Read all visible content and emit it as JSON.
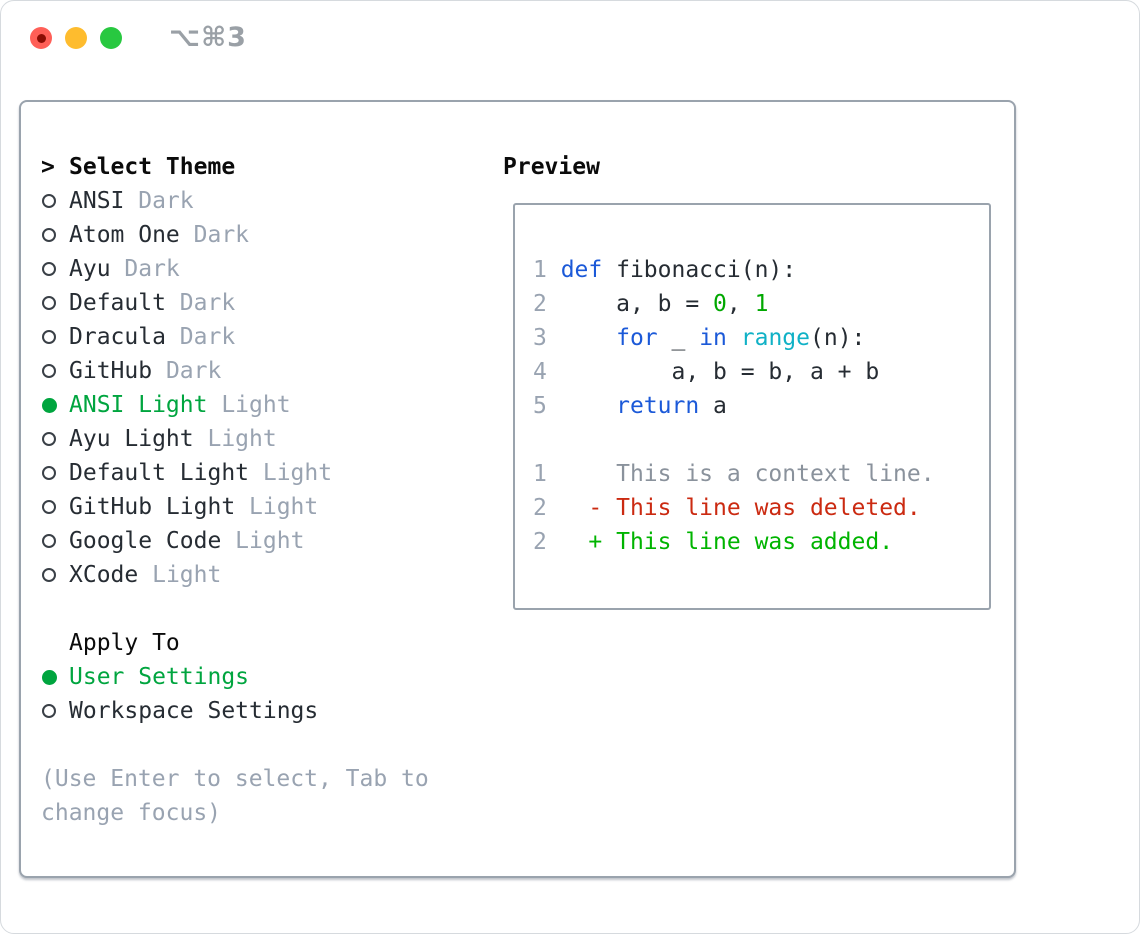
{
  "window": {
    "title": "⌥⌘3"
  },
  "colors": {
    "light_red": "#ff5f57",
    "light_red_dot": "#8c0d04",
    "light_yellow": "#febc2e",
    "light_green": "#28c840",
    "title_gray": "#9aa0a6",
    "box_border": "#9aa3ad",
    "text_dark": "#262c33",
    "header_black": "#0b0b0b",
    "muted_gray": "#99a3b1",
    "context_gray": "#8a929c",
    "selected_green": "#00a53f",
    "diff_added": "#00b400",
    "diff_deleted": "#cb2a11",
    "keyword_blue": "#1b59d8",
    "builtin_cyan": "#10b1c6",
    "number_green": "#00a800"
  },
  "theme_panel": {
    "header_prefix": ">",
    "header": "Select Theme",
    "items": [
      {
        "name": "ANSI",
        "variant": "Dark",
        "selected": false
      },
      {
        "name": "Atom One",
        "variant": "Dark",
        "selected": false
      },
      {
        "name": "Ayu",
        "variant": "Dark",
        "selected": false
      },
      {
        "name": "Default",
        "variant": "Dark",
        "selected": false
      },
      {
        "name": "Dracula",
        "variant": "Dark",
        "selected": false
      },
      {
        "name": "GitHub",
        "variant": "Dark",
        "selected": false
      },
      {
        "name": "ANSI Light",
        "variant": "Light",
        "selected": true
      },
      {
        "name": "Ayu Light",
        "variant": "Light",
        "selected": false
      },
      {
        "name": "Default Light",
        "variant": "Light",
        "selected": false
      },
      {
        "name": "GitHub Light",
        "variant": "Light",
        "selected": false
      },
      {
        "name": "Google Code",
        "variant": "Light",
        "selected": false
      },
      {
        "name": "XCode",
        "variant": "Light",
        "selected": false
      }
    ]
  },
  "apply_panel": {
    "header": "Apply To",
    "options": [
      {
        "label": "User Settings",
        "selected": true
      },
      {
        "label": "Workspace Settings",
        "selected": false
      }
    ]
  },
  "help_lines": [
    "(Use Enter to select, Tab to",
    "change focus)"
  ],
  "preview": {
    "header": "Preview",
    "lines": [
      {
        "num": "1",
        "tokens": [
          {
            "t": "def",
            "c": "kw"
          },
          {
            "t": " fibonacci(n):",
            "c": "pl"
          }
        ]
      },
      {
        "num": "2",
        "tokens": [
          {
            "t": "    a, b = ",
            "c": "pl"
          },
          {
            "t": "0",
            "c": "num"
          },
          {
            "t": ", ",
            "c": "pl"
          },
          {
            "t": "1",
            "c": "num"
          }
        ]
      },
      {
        "num": "3",
        "tokens": [
          {
            "t": "    ",
            "c": "pl"
          },
          {
            "t": "for",
            "c": "kw"
          },
          {
            "t": " _ ",
            "c": "pl"
          },
          {
            "t": "in",
            "c": "kw"
          },
          {
            "t": " ",
            "c": "pl"
          },
          {
            "t": "range",
            "c": "fn"
          },
          {
            "t": "(n):",
            "c": "pl"
          }
        ]
      },
      {
        "num": "4",
        "tokens": [
          {
            "t": "        a, b = b, a + b",
            "c": "pl"
          }
        ]
      },
      {
        "num": "5",
        "tokens": [
          {
            "t": "    ",
            "c": "pl"
          },
          {
            "t": "return",
            "c": "kw"
          },
          {
            "t": " a",
            "c": "pl"
          }
        ]
      },
      {
        "num": "",
        "tokens": []
      },
      {
        "num": "1",
        "tokens": [
          {
            "t": "    This is a context line.",
            "c": "ctx"
          }
        ]
      },
      {
        "num": "2",
        "tokens": [
          {
            "t": "  - This line was deleted.",
            "c": "del"
          }
        ]
      },
      {
        "num": "2",
        "tokens": [
          {
            "t": "  + This line was added.",
            "c": "add"
          }
        ]
      }
    ]
  }
}
